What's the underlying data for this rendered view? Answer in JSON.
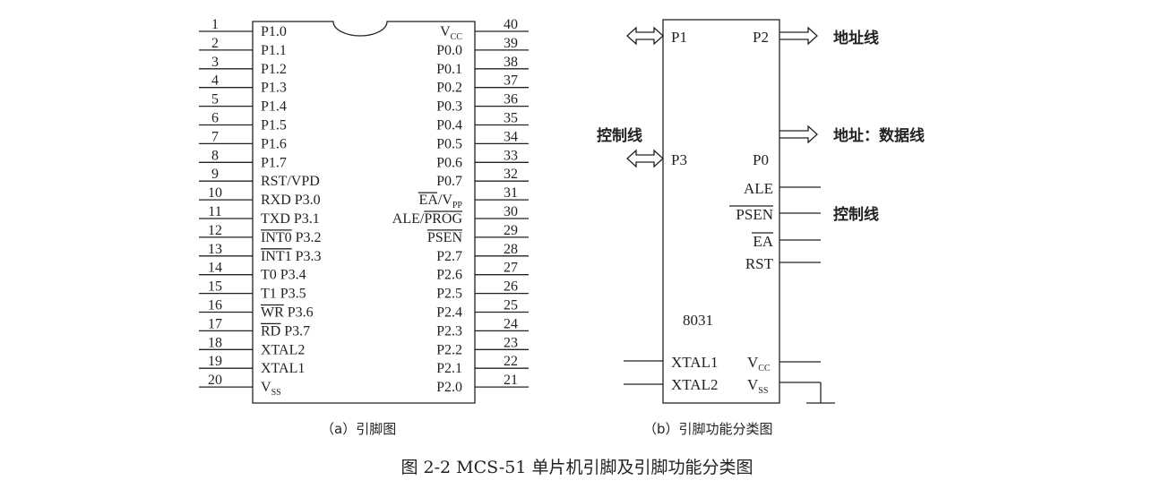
{
  "chip_a": {
    "left_pins": [
      {
        "num": "1",
        "name": "P1.0"
      },
      {
        "num": "2",
        "name": "P1.1"
      },
      {
        "num": "3",
        "name": "P1.2"
      },
      {
        "num": "4",
        "name": "P1.3"
      },
      {
        "num": "5",
        "name": "P1.4"
      },
      {
        "num": "6",
        "name": "P1.5"
      },
      {
        "num": "7",
        "name": "P1.6"
      },
      {
        "num": "8",
        "name": "P1.7"
      },
      {
        "num": "9",
        "name": "RST/VPD"
      },
      {
        "num": "10",
        "name": "RXD P3.0"
      },
      {
        "num": "11",
        "name": "TXD P3.1"
      },
      {
        "num": "12",
        "name": "INT0 P3.2",
        "bar": "INT0"
      },
      {
        "num": "13",
        "name": "INT1 P3.3",
        "bar": "INT1"
      },
      {
        "num": "14",
        "name": "T0 P3.4"
      },
      {
        "num": "15",
        "name": "T1 P3.5"
      },
      {
        "num": "16",
        "name": "WR P3.6",
        "bar": "WR"
      },
      {
        "num": "17",
        "name": "RD P3.7",
        "bar": "RD"
      },
      {
        "num": "18",
        "name": "XTAL2"
      },
      {
        "num": "19",
        "name": "XTAL1"
      },
      {
        "num": "20",
        "name": "VSS"
      }
    ],
    "right_pins": [
      {
        "num": "40",
        "name": "VCC"
      },
      {
        "num": "39",
        "name": "P0.0"
      },
      {
        "num": "38",
        "name": "P0.1"
      },
      {
        "num": "37",
        "name": "P0.2"
      },
      {
        "num": "36",
        "name": "P0.3"
      },
      {
        "num": "35",
        "name": "P0.4"
      },
      {
        "num": "34",
        "name": "P0.5"
      },
      {
        "num": "33",
        "name": "P0.6"
      },
      {
        "num": "32",
        "name": "P0.7"
      },
      {
        "num": "31",
        "name": "EA/VPP",
        "bar": "EA"
      },
      {
        "num": "30",
        "name": "ALE/PROG",
        "bar": "PROG"
      },
      {
        "num": "29",
        "name": "PSEN",
        "bar": "PSEN"
      },
      {
        "num": "28",
        "name": "P2.7"
      },
      {
        "num": "27",
        "name": "P2.6"
      },
      {
        "num": "26",
        "name": "P2.5"
      },
      {
        "num": "25",
        "name": "P2.4"
      },
      {
        "num": "24",
        "name": "P2.3"
      },
      {
        "num": "23",
        "name": "P2.2"
      },
      {
        "num": "22",
        "name": "P2.1"
      },
      {
        "num": "21",
        "name": "P2.0"
      }
    ],
    "caption": "（a）引脚图"
  },
  "chip_b": {
    "p1": "P1",
    "p2": "P2",
    "p3": "P3",
    "p0": "P0",
    "ale": "ALE",
    "psen": "PSEN",
    "ea": "EA",
    "rst": "RST",
    "model": "8031",
    "xtal1": "XTAL1",
    "xtal2": "XTAL2",
    "vcc_main": "V",
    "vcc_sub": "CC",
    "vss_main": "V",
    "vss_sub": "SS",
    "address_line": "地址线",
    "control_line_left": "控制线",
    "addr_data_line": "地址：数据线",
    "control_line_right": "控制线",
    "caption": "（b）引脚功能分类图"
  },
  "figure_caption": "图 2-2   MCS-51 单片机引脚及引脚功能分类图"
}
